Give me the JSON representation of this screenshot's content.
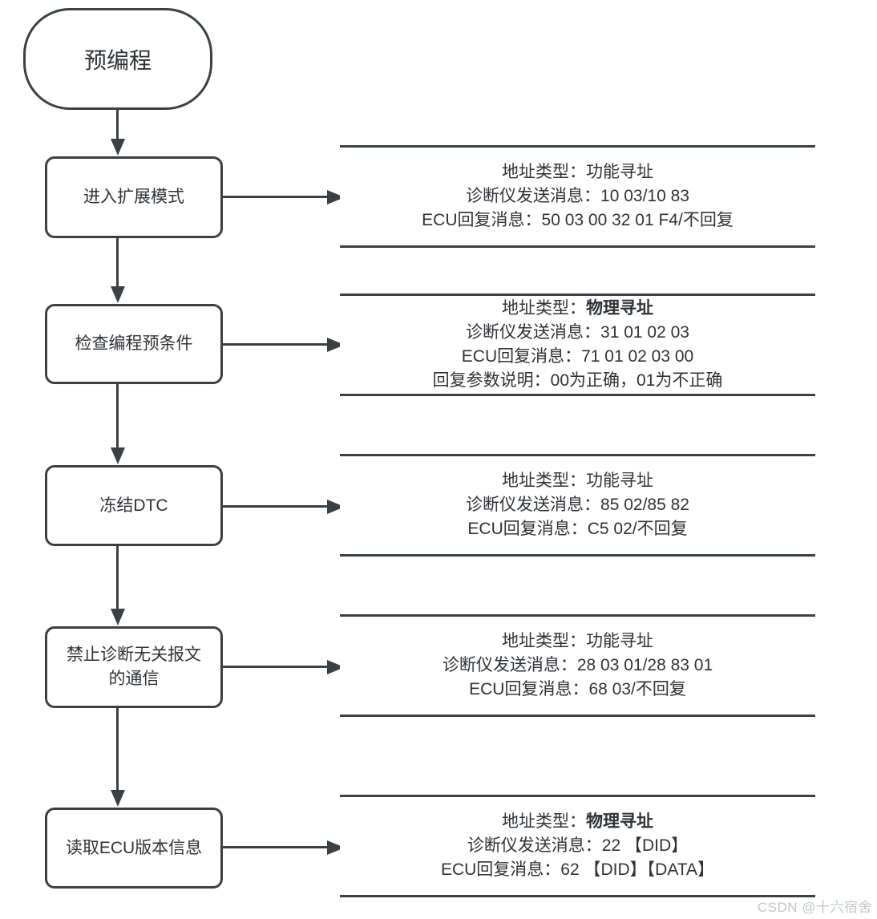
{
  "colors": {
    "stroke": "#3b4045",
    "text": "#2f3338",
    "watermark": "#c2c8cd",
    "background": "#ffffff"
  },
  "start": {
    "label": "预编程"
  },
  "steps": [
    {
      "box_label": "进入扩展模式",
      "info_lines": [
        [
          {
            "t": "地址类型：功能寻址",
            "b": false
          }
        ],
        [
          {
            "t": "诊断仪发送消息：10 03/10 83",
            "b": false
          }
        ],
        [
          {
            "t": "ECU回复消息：50 03 00 32 01 F4/不回复",
            "b": false
          }
        ]
      ]
    },
    {
      "box_label": "检查编程预条件",
      "info_lines": [
        [
          {
            "t": "地址类型：",
            "b": false
          },
          {
            "t": "物理寻址",
            "b": true
          }
        ],
        [
          {
            "t": "诊断仪发送消息：31 01 02 03",
            "b": false
          }
        ],
        [
          {
            "t": "ECU回复消息：71 01 02 03 00",
            "b": false
          }
        ],
        [
          {
            "t": "回复参数说明：00为正确，01为不正确",
            "b": false
          }
        ]
      ]
    },
    {
      "box_label": "冻结DTC",
      "info_lines": [
        [
          {
            "t": "地址类型：功能寻址",
            "b": false
          }
        ],
        [
          {
            "t": "诊断仪发送消息：85 02/85 82",
            "b": false
          }
        ],
        [
          {
            "t": "ECU回复消息：C5 02/不回复",
            "b": false
          }
        ]
      ]
    },
    {
      "box_label": "禁止诊断无关报文的通信",
      "info_lines": [
        [
          {
            "t": "地址类型：功能寻址",
            "b": false
          }
        ],
        [
          {
            "t": "诊断仪发送消息：28 03 01/28 83 01",
            "b": false
          }
        ],
        [
          {
            "t": "ECU回复消息：68 03/不回复",
            "b": false
          }
        ]
      ]
    },
    {
      "box_label": "读取ECU版本信息",
      "info_lines": [
        [
          {
            "t": "地址类型：",
            "b": false
          },
          {
            "t": "物理寻址",
            "b": true
          }
        ],
        [
          {
            "t": "诊断仪发送消息：22 【DID】",
            "b": false
          }
        ],
        [
          {
            "t": "ECU回复消息：62 【DID】【DATA】",
            "b": false
          }
        ]
      ]
    }
  ],
  "watermark": {
    "text": "CSDN @十六宿舍"
  }
}
